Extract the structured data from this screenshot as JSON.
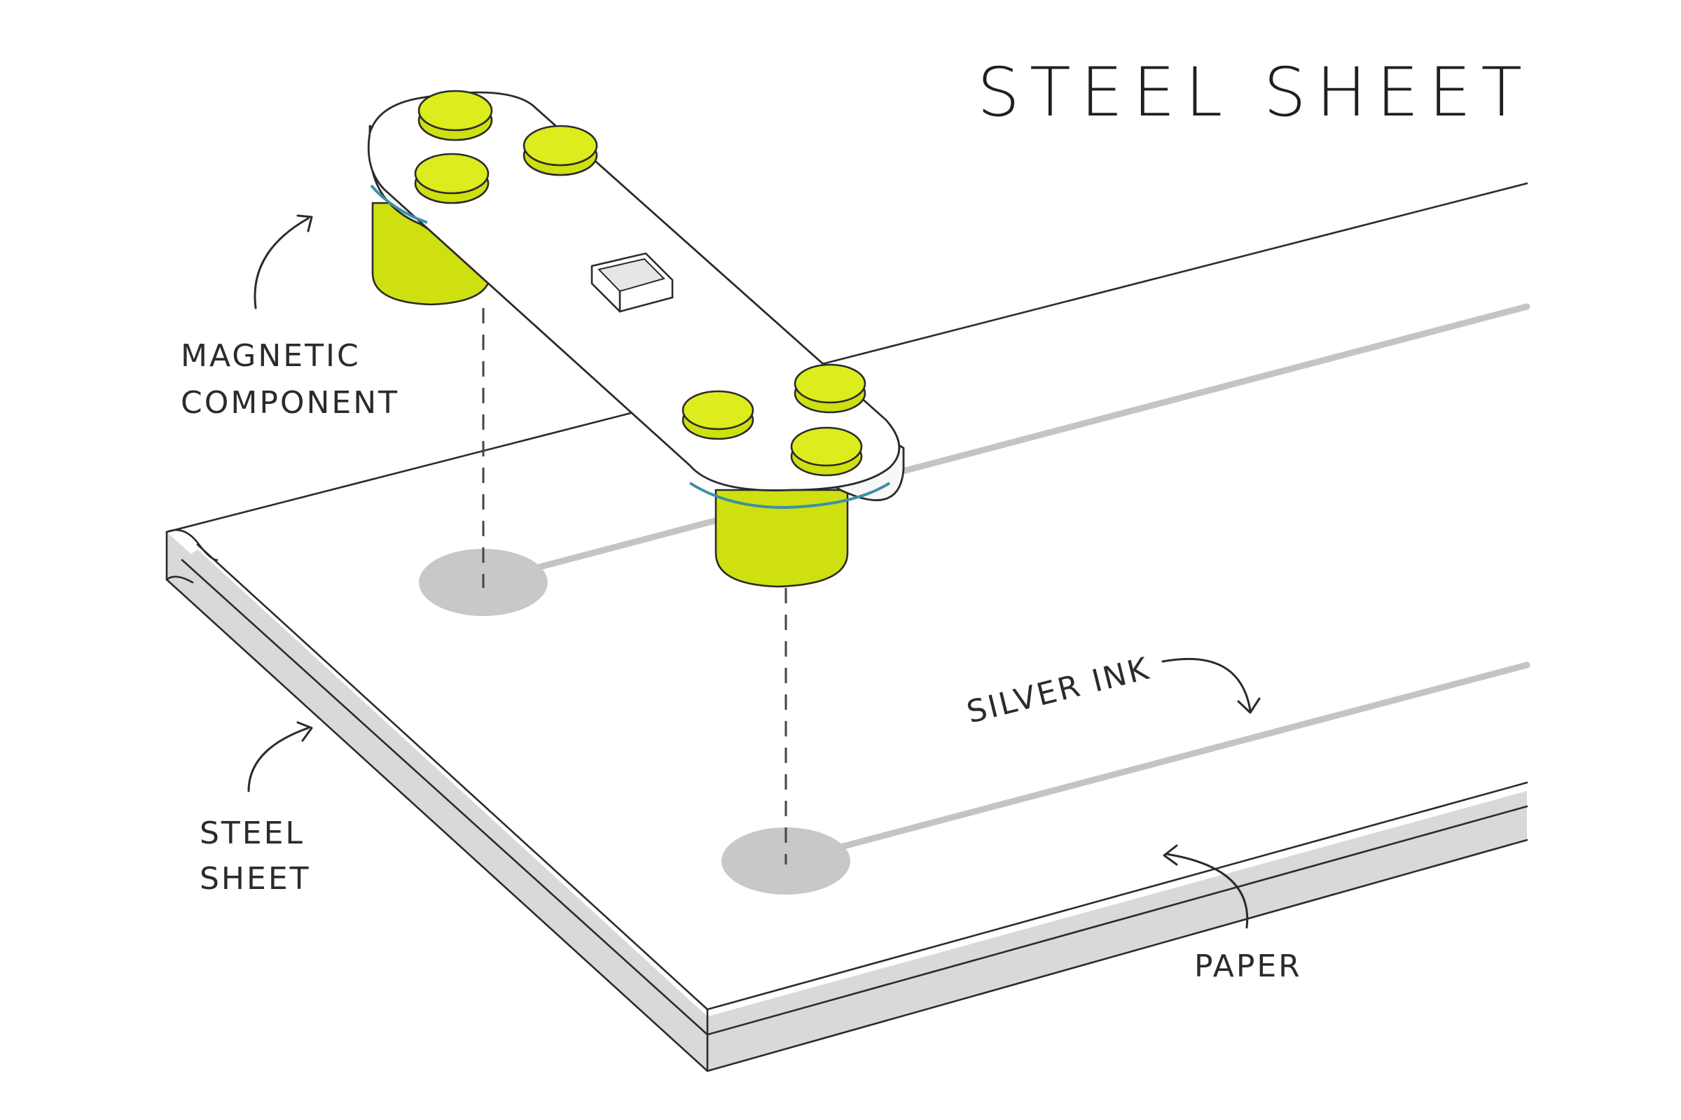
{
  "diagram": {
    "title": "STEEL SHEET",
    "labels": {
      "magnetic_component_line1": "MAGNETIC",
      "magnetic_component_line2": "COMPONENT",
      "silver_ink": "SILVER INK",
      "steel_sheet_line1": "STEEL",
      "steel_sheet_line2": "SHEET",
      "paper": "PAPER"
    },
    "colors": {
      "magnet": "#dcec1c",
      "silver_ink": "#c4c4c4",
      "outline": "#2b2b2b",
      "sheet_edge": "#d9d9d9"
    }
  }
}
